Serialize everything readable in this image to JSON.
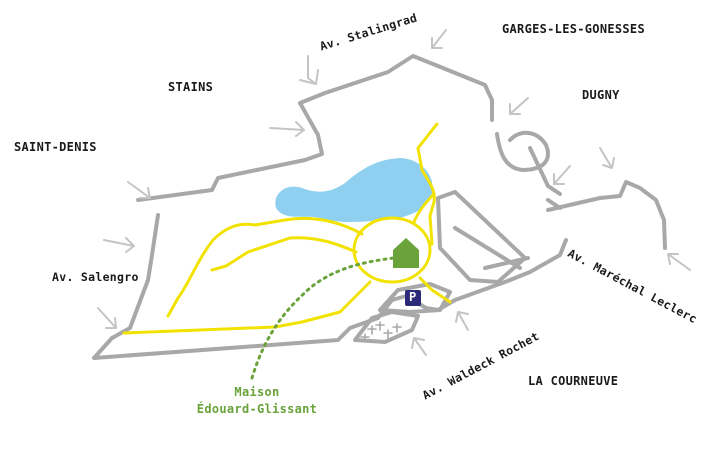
{
  "places": {
    "stains": "STAINS",
    "garges": "GARGES-LES-GONESSES",
    "dugny": "DUGNY",
    "saint_denis": "SAINT-DENIS",
    "la_courneuve": "LA COURNEUVE"
  },
  "roads": {
    "stalingrad": "Av. Stalingrad",
    "salengro": "Av. Salengro",
    "marechal_leclerc": "Av. Maréchal Leclerc",
    "waldeck_rochet": "Av. Waldeck Rochet"
  },
  "poi": {
    "name_line1": "Maison",
    "name_line2": "Édouard-Glissant",
    "parking_symbol": "P"
  },
  "colors": {
    "paths": "#f2e200",
    "lake": "#8fd0f0",
    "roads": "#a8a8a8",
    "arrows": "#c4c4c4",
    "maison": "#6aa33a"
  },
  "icons": {
    "maison": "house-icon",
    "parking": "parking-icon",
    "cemetery": "cross-icon"
  }
}
